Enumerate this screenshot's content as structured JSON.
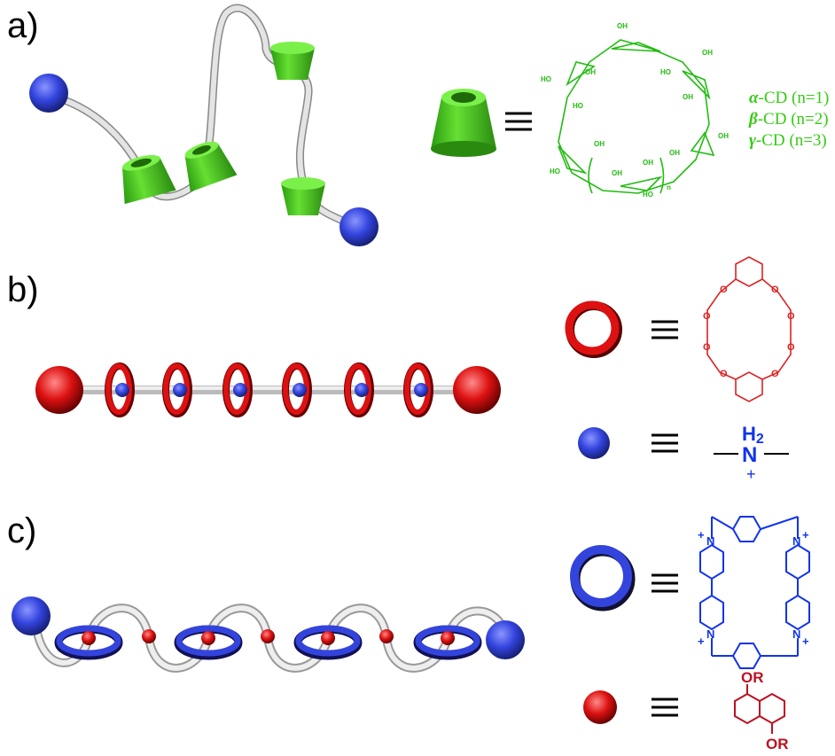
{
  "panels": {
    "a": {
      "label": "a)",
      "cd_labels": [
        {
          "greek": "α",
          "rest": "-CD (n=1)"
        },
        {
          "greek": "β",
          "rest": "-CD (n=2)"
        },
        {
          "greek": "γ",
          "rest": "-CD (n=3)"
        }
      ],
      "cd_repeat": "n",
      "oh": "OH",
      "ho": "HO",
      "o": "O"
    },
    "b": {
      "label": "b)",
      "ammonium": {
        "h2": "H",
        "sub": "2",
        "n": "N",
        "charge": "+"
      },
      "o": "O"
    },
    "c": {
      "label": "c)",
      "n_plus": "N",
      "plus": "+",
      "or": "OR"
    }
  },
  "colors": {
    "green": "#33cc11",
    "red": "#dd1111",
    "blue": "#3344dd",
    "darkred": "#bb1122",
    "chemblue": "#1133ee"
  }
}
